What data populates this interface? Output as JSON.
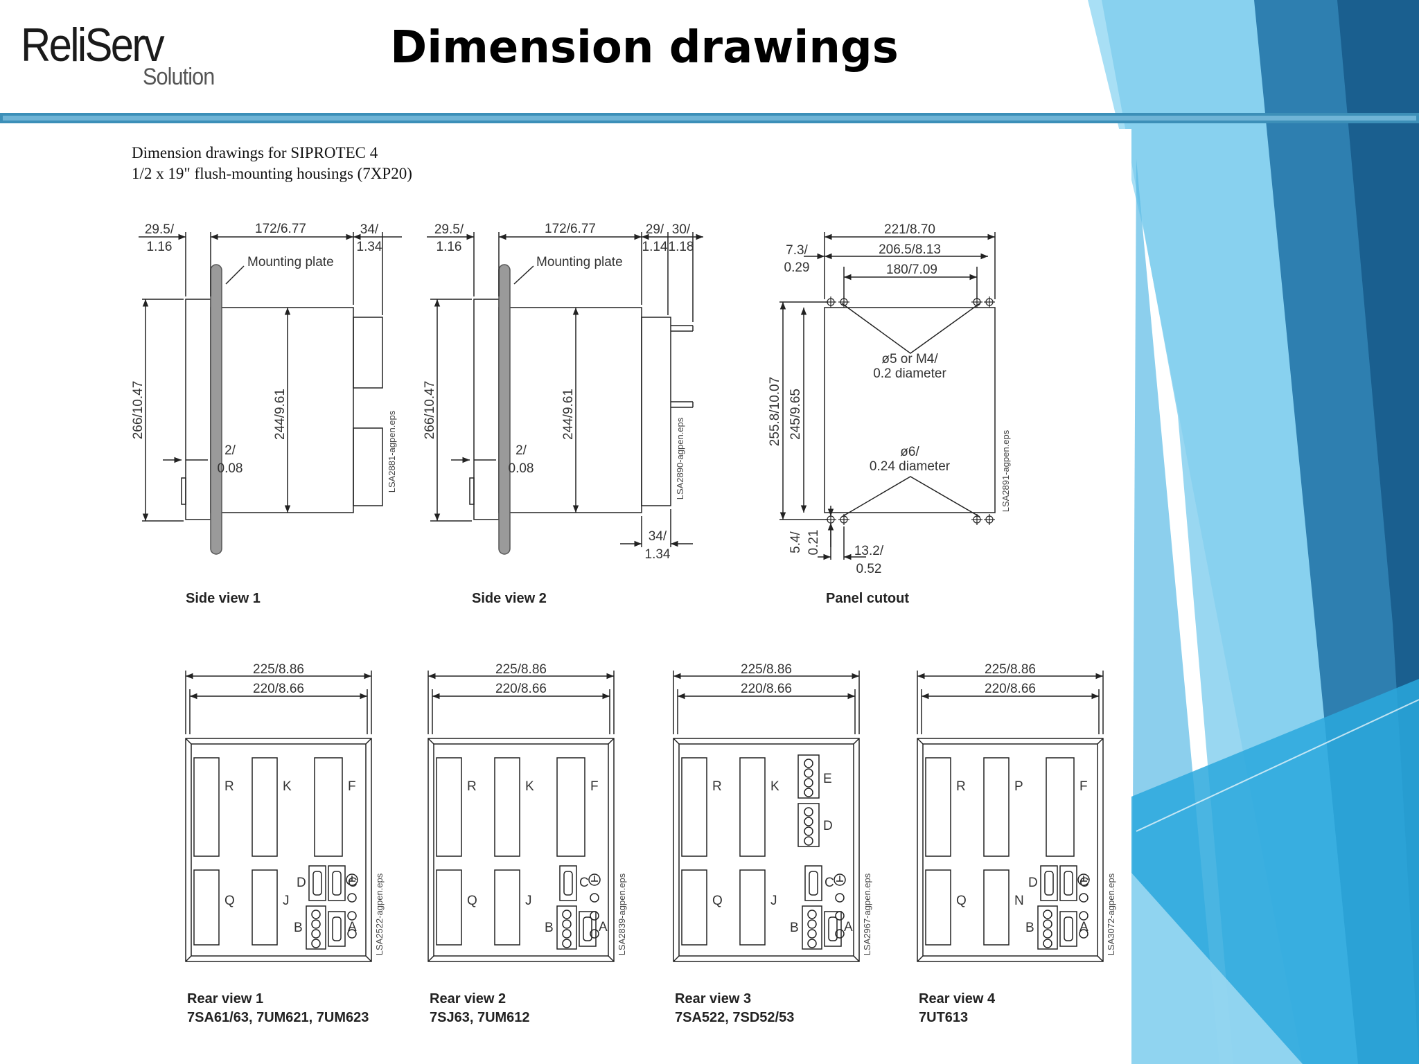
{
  "logo": {
    "main": "ReliServ",
    "sub": "Solution"
  },
  "title": "Dimension drawings",
  "header": {
    "line1": "Dimension drawings for SIPROTEC 4",
    "line2": "1/2 x 19\" flush-mounting housings (7XP20)"
  },
  "side_view_1": {
    "dim_top_left_a": "29.5/",
    "dim_top_left_b": "1.16",
    "dim_top_mid": "172/6.77",
    "dim_top_right_a": "34/",
    "dim_top_right_b": "1.34",
    "mounting_plate": "Mounting plate",
    "dim_height": "266/10.47",
    "dim_inner": "244/9.61",
    "dim_gap_a": "2/",
    "dim_gap_b": "0.08",
    "file": "LSA2881-agpen.eps",
    "caption": "Side view 1"
  },
  "side_view_2": {
    "dim_top_left_a": "29.5/",
    "dim_top_left_b": "1.16",
    "dim_top_mid": "172/6.77",
    "dim_top_r1_a": "29/",
    "dim_top_r1_b": "1.14",
    "dim_top_r2_a": "30/",
    "dim_top_r2_b": "1.18",
    "mounting_plate": "Mounting plate",
    "dim_height": "266/10.47",
    "dim_inner": "244/9.61",
    "dim_gap_a": "2/",
    "dim_gap_b": "0.08",
    "dim_bottom_a": "34/",
    "dim_bottom_b": "1.34",
    "file": "LSA2890-agpen.eps",
    "caption": "Side view 2"
  },
  "panel_cutout": {
    "dim_w1": "221/8.70",
    "dim_w2": "206.5/8.13",
    "dim_w3": "180/7.09",
    "dim_left_a": "7.3/",
    "dim_left_b": "0.29",
    "hole_top_a": "ø5 or M4/",
    "hole_top_b": "0.2 diameter",
    "hole_bot_a": "ø6/",
    "hole_bot_b": "0.24 diameter",
    "dim_h1": "255.8/10.07",
    "dim_h2": "245/9.65",
    "dim_bl_a": "5.4/",
    "dim_bl_b": "0.21",
    "dim_br_a": "13.2/",
    "dim_br_b": "0.52",
    "file": "LSA2891-agpen.eps",
    "caption": "Panel cutout"
  },
  "rear_views": [
    {
      "dim_outer": "225/8.86",
      "dim_inner": "220/8.66",
      "slots_top": [
        "R",
        "K",
        "F"
      ],
      "slots_bottom": [
        "Q",
        "J"
      ],
      "ports": [
        "D",
        "C",
        "B",
        "A"
      ],
      "file": "LSA2522-agpen.eps",
      "caption": "Rear view 1",
      "models": "7SA61/63, 7UM621, 7UM623"
    },
    {
      "dim_outer": "225/8.86",
      "dim_inner": "220/8.66",
      "slots_top": [
        "R",
        "K",
        "F"
      ],
      "slots_bottom": [
        "Q",
        "J"
      ],
      "ports": [
        "C",
        "B",
        "A"
      ],
      "file": "LSA2839-agpen.eps",
      "caption": "Rear view 2",
      "models": "7SJ63, 7UM612"
    },
    {
      "dim_outer": "225/8.86",
      "dim_inner": "220/8.66",
      "slots_top": [
        "R",
        "K"
      ],
      "slots_bottom": [
        "Q",
        "J"
      ],
      "ports": [
        "E",
        "D",
        "C",
        "B",
        "A"
      ],
      "file": "LSA2967-agpen.eps",
      "caption": "Rear view 3",
      "models": "7SA522, 7SD52/53"
    },
    {
      "dim_outer": "225/8.86",
      "dim_inner": "220/8.66",
      "slots_top": [
        "R",
        "P",
        "F"
      ],
      "slots_bottom": [
        "Q",
        "N"
      ],
      "ports": [
        "D",
        "C",
        "B",
        "A"
      ],
      "file": "LSA3072-agpen.eps",
      "caption": "Rear view 4",
      "models": "7UT613"
    }
  ],
  "colors": {
    "accent_dark": "#1f6fa0",
    "accent_light": "#8fd3f0",
    "accent_mid": "#2aa3d9",
    "header_bar": "#3c8fb8"
  }
}
